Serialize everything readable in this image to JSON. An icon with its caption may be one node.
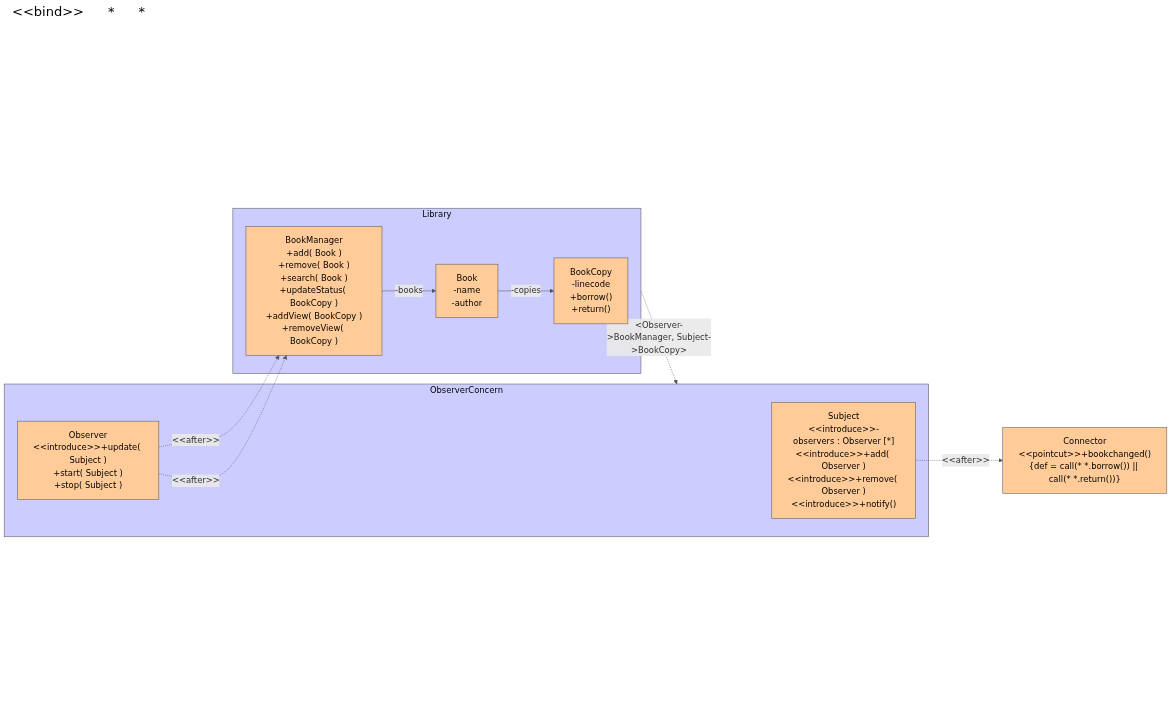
{
  "diagram": {
    "nodes": [
      {
        "text": [
          "ObserverConcern"
        ]
      },
      {
        "text": [
          "Subject",
          "<<introduce>>-observers : Observer [*]",
          "<<introduce>>+add( Observer )",
          "<<introduce>>+remove( Observer )",
          "<<introduce>>+notify()"
        ],
        "in": 0
      },
      {
        "text": [
          "Observer",
          "<<introduce>>+update( Subject )",
          "+start( Subject )",
          "+stop( Subject )"
        ],
        "in": 0
      },
      {
        "text": [
          "Library"
        ]
      },
      {
        "text": [
          "BookCopy",
          "-linecode",
          "+borrow()",
          "+return()"
        ],
        "in": 3
      },
      {
        "text": [
          "Book",
          "-name",
          "-author"
        ],
        "in": 3
      },
      {
        "text": [
          "BookManager",
          "+add( Book )",
          "+remove( Book )",
          "+search( Book )",
          "+updateStatus( BookCopy )",
          "+addView( BookCopy )",
          "+removeView( BookCopy )"
        ],
        "in": 3
      },
      {
        "text": [
          "Connector",
          "<<pointcut>>+bookchanged(){def = call(* *.borrow()) || call(* *.return())}"
        ]
      }
    ],
    "edges": [
      {
        "from": 3,
        "to": 0,
        "arrow": "to",
        "style": "dashed",
        "label": "<Observer->BookManager, Subject->BookCopy>"
      },
      {
        "from": 5,
        "to": 4,
        "arrow": "to",
        "label": "-copies"
      },
      {
        "from": 6,
        "to": 5,
        "arrow": "to",
        "label": "-books"
      },
      {
        "from": 1,
        "to": 7,
        "arrow": "to",
        "style": "dashed",
        "label": "<<after>>"
      },
      {
        "from": 2,
        "to": 6,
        "arrow": "to",
        "style": "dashed",
        "label": "<<after>>"
      },
      {
        "from": 2,
        "to": 6,
        "arrow": "to",
        "style": "dashed",
        "label": "<<after>>"
      }
    ],
    "labels": [
      "<<bind>>",
      "*",
      "*"
    ]
  }
}
